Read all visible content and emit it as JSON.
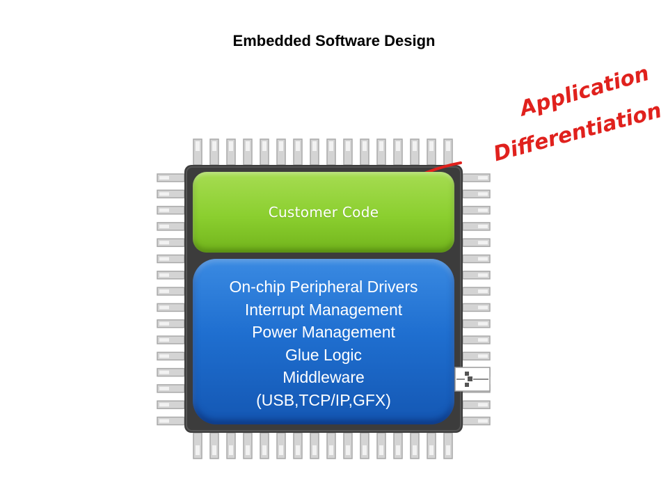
{
  "title": "Embedded Software Design",
  "diagram": {
    "chip": {
      "top_block": {
        "label": "Customer Code",
        "color": "#8bcf2f"
      },
      "bottom_block": {
        "color": "#1f6fd0",
        "lines": [
          "On-chip Peripheral Drivers",
          "Interrupt Management",
          "Power Management",
          "Glue Logic",
          "Middleware",
          "(USB,TCP/IP,GFX)"
        ]
      },
      "body_color": "#3c3c3c"
    },
    "annotation": {
      "line1": "Application",
      "line2": "Differentiation",
      "color": "#e0211d"
    }
  }
}
